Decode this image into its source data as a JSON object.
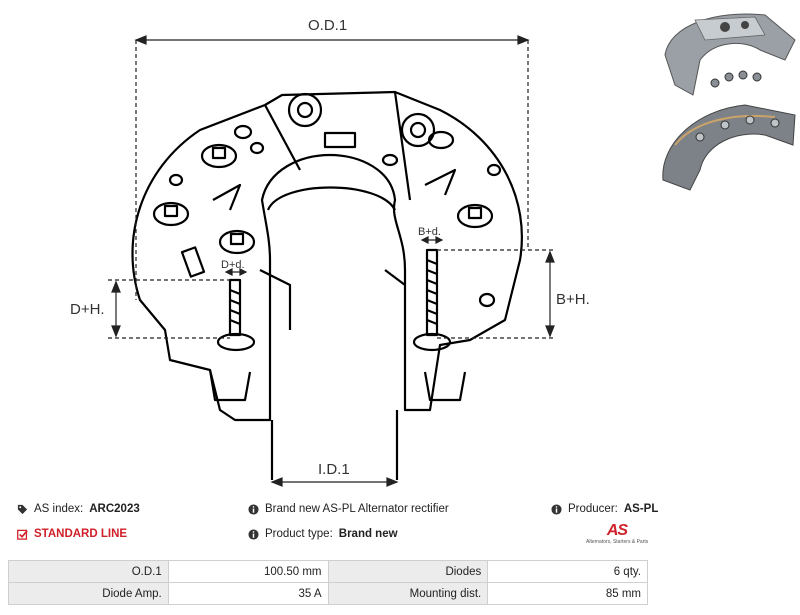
{
  "drawing": {
    "od_label": "O.D.1",
    "id_label": "I.D.1",
    "dh_label": "D+H.",
    "bh_label": "B+H.",
    "dd_label": "D+d.",
    "bd_label": "B+d."
  },
  "info": {
    "index_label": "AS index:",
    "index_value": "ARC2023",
    "line_label": "STANDARD LINE",
    "desc": "Brand new AS-PL Alternator rectifier",
    "type_label": "Product type:",
    "type_value": "Brand new",
    "producer_label": "Producer:",
    "producer_value": "AS-PL"
  },
  "logo": {
    "mark": "AS",
    "tagline": "Alternators, Starters & Parts"
  },
  "specs": [
    {
      "label": "O.D.1",
      "value": "100.50 mm",
      "label2": "Diodes",
      "value2": "6 qty."
    },
    {
      "label": "Diode Amp.",
      "value": "35 A",
      "label2": "Mounting dist.",
      "value2": "85 mm"
    }
  ],
  "colors": {
    "accent": "#d0202a",
    "table_label_bg": "#ececec"
  }
}
